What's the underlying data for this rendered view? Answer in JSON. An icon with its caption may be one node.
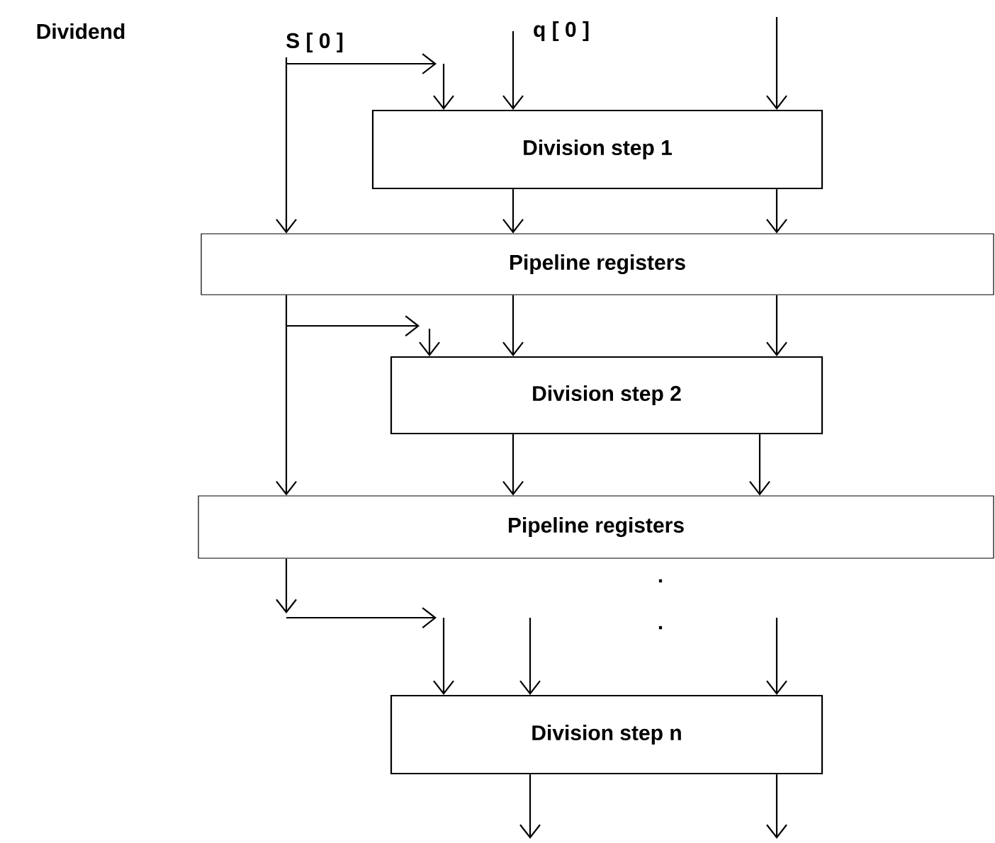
{
  "diagram": {
    "nodes": [
      {
        "text": [
          "S [ 0 ]"
        ]
      },
      {
        "text": [
          "Division step 1"
        ]
      },
      {
        "text": [
          "Pipeline registers"
        ]
      },
      {
        "text": [
          "Division step 2"
        ]
      },
      {
        "text": [
          "Pipeline registers"
        ]
      },
      {
        "text": [
          "Division step n"
        ]
      }
    ],
    "edges": [
      {
        "from": 0,
        "to": 2,
        "arrow": "to"
      },
      {
        "from": null,
        "to": 1,
        "arrow": "to"
      },
      {
        "from": null,
        "to": 1,
        "arrow": "to"
      },
      {
        "from": null,
        "to": 1,
        "arrow": "to"
      },
      {
        "from": 1,
        "to": 2,
        "arrow": "to"
      },
      {
        "from": 1,
        "to": 2,
        "arrow": "to"
      },
      {
        "from": 2,
        "to": 4,
        "arrow": "to"
      },
      {
        "from": null,
        "to": 3,
        "arrow": "to"
      },
      {
        "from": 2,
        "to": 3,
        "arrow": "to"
      },
      {
        "from": 2,
        "to": 3,
        "arrow": "to"
      },
      {
        "from": 3,
        "to": 4,
        "arrow": "to"
      },
      {
        "from": 3,
        "to": 4,
        "arrow": "to"
      },
      {
        "from": 4,
        "to": null,
        "arrow": "to"
      },
      {
        "from": null,
        "to": 5,
        "arrow": "to"
      },
      {
        "from": null,
        "to": 5,
        "arrow": "to"
      },
      {
        "from": null,
        "to": 5,
        "arrow": "to"
      },
      {
        "from": 5,
        "to": null,
        "arrow": "to"
      },
      {
        "from": 5,
        "to": null,
        "arrow": "to"
      }
    ],
    "labels": [
      "Dividend",
      "q [ 0 ]",
      ".",
      "."
    ]
  }
}
